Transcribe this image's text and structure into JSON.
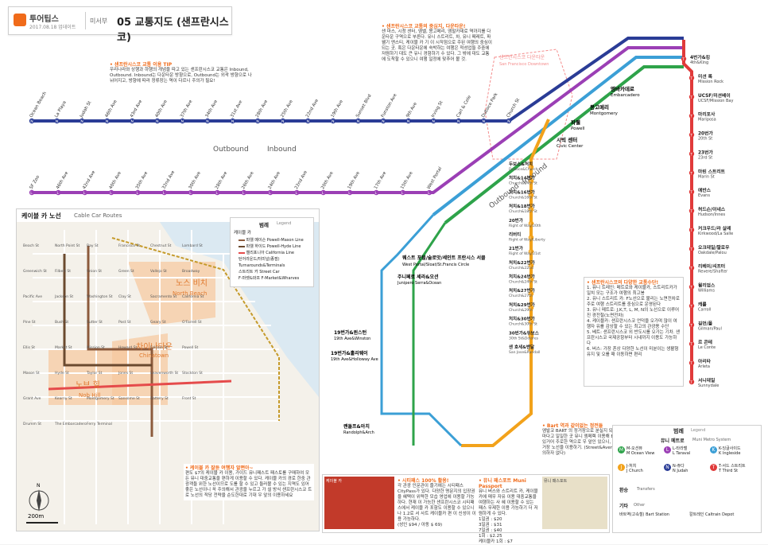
{
  "header": {
    "brand": "투어팁스",
    "date": "2017.08.18 업데이트",
    "region": "미서부",
    "title": "05 교통지도 (샌프란시스코)"
  },
  "tip_transit": {
    "title": "• 샌프란시스코 교통 이용 TIP",
    "body": "우리나라와 상행과 하행의 개념을 따고 있는 샌프란시스코 교통은 Inbound, Outbound. Inbound는 다운타운 방향으로, Outbound는 외곽 방향으로 나뉘어지고, 방향에 따라 정류장는 역이 다르니 주의가 필요!"
  },
  "tip_downtown": {
    "title": "• 샌프란시스코 교통의 중심지, 다운타운!",
    "body": "샌 마스, 시청 센터, 엠벨, 몽고메리, 엠발카데로 역까지를 다운타운 구역으로 부른다. 유니 스트리트, 차, 유니 페레트, 파웰기 앤스티, 케이블 카 기 이 시작점으로 주된 여행의 중심이 되는 곳. 혹은 다운타운에 숙박하는 여행은 적성업들 주중에 저렴하기 대도 큰 유니 경험하기 수 있다. 그 밖에 대도 교통에 도착할 수 있으니 여행 일정에 맞추어 볼 것."
  },
  "directions": {
    "outbound": "Outbound",
    "inbound": "Inbound"
  },
  "downtown": {
    "kr": "샌프란시스코 다운타운",
    "en": "San Francisco Downtown"
  },
  "key_stations": [
    {
      "kr": "엠바카데로",
      "en": "Embarcadero"
    },
    {
      "kr": "몽고메리",
      "en": "Montgomery"
    },
    {
      "kr": "파웰",
      "en": "Powell"
    },
    {
      "kr": "시빅 센터",
      "en": "Civic Center"
    },
    {
      "kr": "웨스트 포털/술로앗/세인트 프란시스 서클",
      "en": "West Portal/Sloat/St.Francis Circle"
    },
    {
      "kr": "주니페로 세라&오션",
      "en": "Junipero Serra&Ocean"
    },
    {
      "kr": "19번가&윈스턴",
      "en": "19th Ave&Winston"
    },
    {
      "kr": "19번가&홀리웨이",
      "en": "19th Ave&Holloway Ave"
    },
    {
      "kr": "랜돌프&아치",
      "en": "Randolph&Arch"
    }
  ],
  "n_line_stations": [
    "Ocean Beach",
    "La Playa",
    "Judah St",
    "46th Ave",
    "43rd Ave",
    "40th Ave",
    "37th Ave",
    "34th Ave",
    "31st Ave",
    "28th Ave",
    "25th Ave",
    "22nd Ave",
    "19th Ave",
    "Sunset Blvd",
    "Funston Ave",
    "9th Ave",
    "Irving St",
    "Carl & Cole",
    "Duboce Park",
    "Church St"
  ],
  "l_line_stations": [
    "SF Zoo",
    "46th Ave",
    "42nd Ave",
    "40th Ave",
    "35th Ave",
    "32nd Ave",
    "30th Ave",
    "28th Ave",
    "26th Ave",
    "24th Ave",
    "22nd Ave",
    "20th Ave",
    "19th Ave",
    "17th Ave",
    "15th Ave",
    "West Portal"
  ],
  "t_line_stations": [
    {
      "kr": "4번가&킹",
      "en": "4th&King"
    },
    {
      "kr": "미션 록",
      "en": "Mission Rock"
    },
    {
      "kr": "UCSF/미션베이",
      "en": "UCSF/Mission Bay"
    },
    {
      "kr": "마리포사",
      "en": "Mariposa"
    },
    {
      "kr": "20번가",
      "en": "20th St"
    },
    {
      "kr": "23번가",
      "en": "23rd St"
    },
    {
      "kr": "마린 스트리트",
      "en": "Marin St"
    },
    {
      "kr": "에반스",
      "en": "Evans"
    },
    {
      "kr": "허드슨/이네스",
      "en": "Hudson/Innes"
    },
    {
      "kr": "커크우드/라 살레",
      "en": "Kirkwood/La Salle"
    },
    {
      "kr": "오크데일/팔로우",
      "en": "Oakdale/Palou"
    },
    {
      "kr": "리베이/셔프터",
      "en": "Revere/Shafter"
    },
    {
      "kr": "윌리엄스",
      "en": "Williams"
    },
    {
      "kr": "캐롤",
      "en": "Carroll"
    },
    {
      "kr": "길먼/폴",
      "en": "Gilman/Paul"
    },
    {
      "kr": "르 콘테",
      "en": "Le Conte"
    },
    {
      "kr": "아리타",
      "en": "Arleta"
    },
    {
      "kr": "서니데일",
      "en": "Sunnydale"
    }
  ],
  "j_line_stations": [
    {
      "kr": "두보스&처치",
      "en": "Duboce&Church"
    },
    {
      "kr": "처치&14번가",
      "en": "Church&14th St"
    },
    {
      "kr": "처치&16번가",
      "en": "Church&16th St"
    },
    {
      "kr": "처치&18번가",
      "en": "Church&18th St"
    },
    {
      "kr": "20번가",
      "en": "Right of Way/20th"
    },
    {
      "kr": "리버티",
      "en": "Right of Way/Liberty"
    },
    {
      "kr": "21번가",
      "en": "Right of Way/21st"
    },
    {
      "kr": "처치&22번가",
      "en": "Church&22nd"
    },
    {
      "kr": "처치&24번가",
      "en": "Church&24th St"
    },
    {
      "kr": "처치&27번가",
      "en": "Church&27th"
    },
    {
      "kr": "처치&29번가",
      "en": "Church&29th"
    },
    {
      "kr": "처치&30번가",
      "en": "Church&30th St"
    },
    {
      "kr": "30번가&듀보스",
      "en": "30th St&Dolores"
    },
    {
      "kr": "샌 호세&밴달",
      "en": "San Jose&Randall"
    }
  ],
  "cable_car": {
    "title_kr": "케이블 카 노선",
    "title_en": "Cable Car Routes",
    "legend_title": "범례",
    "legend_sub": "Legend",
    "legend_line": "케이블 카",
    "routes": [
      {
        "kr": "파웰 메이슨",
        "en": "Powell-Mason Line",
        "color": "#8c5a3c"
      },
      {
        "kr": "파웰 하이드",
        "en": "Powell-Hyde Line",
        "color": "#6b4a2f"
      },
      {
        "kr": "캘리포니아",
        "en": "California Line",
        "color": "#e54b4b"
      }
    ],
    "turnaround": {
      "kr": "턴어라운드/터미널(종점)",
      "en": "Turnarounds&Terminals"
    },
    "streetcar": {
      "kr": "스트리트 카",
      "en": "Street Car"
    },
    "fline": {
      "kr": "F-마켓&와프",
      "en": "F-Market&Wharves"
    },
    "districts": [
      {
        "kr": "노스 비치",
        "en": "North Beach"
      },
      {
        "kr": "차이나타운",
        "en": "Chinatown"
      },
      {
        "kr": "노브 힐",
        "en": "Nob Hill"
      }
    ],
    "scale": "200m",
    "north": "N",
    "streets": [
      "Beach St",
      "North Point St",
      "Bay St",
      "Francisco St",
      "Chestnut St",
      "Lombard St",
      "Greenwich St",
      "Filbert St",
      "Union St",
      "Green St",
      "Vallejo St",
      "Broadway",
      "Pacific Ave",
      "Jackson St",
      "Washington St",
      "Clay St",
      "Sacramento St",
      "California St",
      "Pine St",
      "Bush St",
      "Sutter St",
      "Post St",
      "Geary St",
      "O'Farrell St",
      "Ellis St",
      "Market St",
      "Mission St",
      "Howard St",
      "Folsom St",
      "Powell St",
      "Mason St",
      "Hyde St",
      "Taylor St",
      "Jones St",
      "Leavenworth St",
      "Stockton St",
      "Grant Ave",
      "Kearny St",
      "Montgomery St",
      "Sansome St",
      "Battery St",
      "Front St",
      "Drumm St",
      "The Embarcadero",
      "Ferry Terminal"
    ]
  },
  "tip_muni_types": {
    "title": "• 샌프란시스코의 다양한 교통수단!",
    "items": [
      "1. 뮤니 트레인: 메트로와 케이블카, 스트리트카가 일치 모는 구조가 여행의 최고봉",
      "2. 유니 스트리트 카: F노선으로 불리는 노면전차로 주로 여행 스트리트를 중심으로 운영된다",
      "3. 유니 메트로: J,K,T, L, M, N의 노선으로 이루어진 경전철(노면전차)",
      "4. 케이블카: 샌프란시스코 언덕을 오가며 많이 여행자 유를 감상할 수 있는 최고의 관광용 수단",
      "5. 베트: 샌프란시스코 외 반도시를 오가는 기차. 샌프란시스코 국제공항부터 시내까지 이용도 가능하다",
      "6. 버스: 가장 흔상 다양한 노선이 미분이는 생활형 유지 및 오를 때 이동하면 편리"
    ]
  },
  "tip_bart": {
    "title": "• Bart 역과 같이없는 정전들",
    "body": "엠발코 BART 의 정거장으로 분실지 되는 경우 마다고 일일한 곳 뮤니 엠메렉 이용해 Bart 역에 있거어 주로한 역으로 우 앞인 있으니, 실적 정거장 노선을 이용하기. (Street&Avenue로 주의하자 없다)"
  },
  "tip_cable": {
    "title": "• 케이블 카 잘듣 여행자 알쩐아~",
    "body": "편도 $7의 케이블 카 이용, 가이드 뮤니패스트 패스토를 구매하여 모든 뮤니 대중교통을 편하게 이용할 수 있다. 케이블 카의 경로 한중 관광객들 위한 노선이므로 도를 할 수 있고 둘러볼 수 있는 지역도 있어 좋은 노선이니 꼭 주의해서 관광을 누르고 가 설 방식 샌프란시스코 트로 노선의 적당 전략을 순도한대로 기대 우 앞의 이용하세요"
  },
  "pass": {
    "price_title": "• 시티패스 100% 활용!",
    "price_body": "각 관광 인문관이 즐기에는 시티패스 CityPass가 있다. 다양한 명문지의 입장권을 혜택이 위력한 모습 영업에 이용할 가능하다. 현재 이 가능한 샌프란시스코 시티패스에서 케이블 카 포함도 이용할 수 있으니 나 1.2로 서 사트 케이블카 편 이 신성이 이용 가능하다.",
    "price_note": "(성인 $94 / 아동 $ 69)",
    "muni_title": "• 뮤니 패스포트 Muni Passport",
    "muni_body": "뮤니 버스와 스트리트 카, 케이블 카에 매우 자유 이용 대중교통을 여행하는 사 혜 이용할 수 있는 패스 무제한 이용 가능하기 더 저렴하게 수 있다.",
    "rates": [
      "1일권 : $20",
      "3일권 : $31",
      "7일권 : $40",
      "1회 : $2.25",
      "케이블카 1회 : $7"
    ],
    "photo_label_1": "케이블 카",
    "photo_label_2": "뮤니 패스포트"
  },
  "legend": {
    "title": "범례",
    "sub": "Legend",
    "muni_kr": "뮤니 메트로",
    "muni_en": "Muni Metro System",
    "lines": [
      {
        "code": "M",
        "kr": "M-오션뷰",
        "en": "M Ocean View",
        "color": "#2ea34a"
      },
      {
        "code": "L",
        "kr": "L-타라밸",
        "en": "L Taraval",
        "color": "#9b3fb5"
      },
      {
        "code": "K",
        "kr": "K-잉글사이드",
        "en": "K Ingleside",
        "color": "#3b9fd6"
      },
      {
        "code": "J",
        "kr": "J-처치",
        "en": "J Church",
        "color": "#f2a21b"
      },
      {
        "code": "N",
        "kr": "N-쥬다",
        "en": "N Judah",
        "color": "#2a3c96"
      },
      {
        "code": "T",
        "kr": "T-서드 스트리트",
        "en": "T Third St",
        "color": "#e03a3a"
      }
    ],
    "transfer": "환승",
    "transfer_en": "Transfers",
    "other": "기타",
    "other_en": "Other",
    "bart": "바트역(고속철) Bart Station",
    "caltrain": "칼트레인 Caltrain Depot"
  },
  "colors": {
    "N": "#2a3c96",
    "L": "#9b3fb5",
    "K": "#3b9fd6",
    "M": "#2ea34a",
    "J": "#f2a21b",
    "T": "#e03a3a",
    "accent": "#f06b1a"
  }
}
